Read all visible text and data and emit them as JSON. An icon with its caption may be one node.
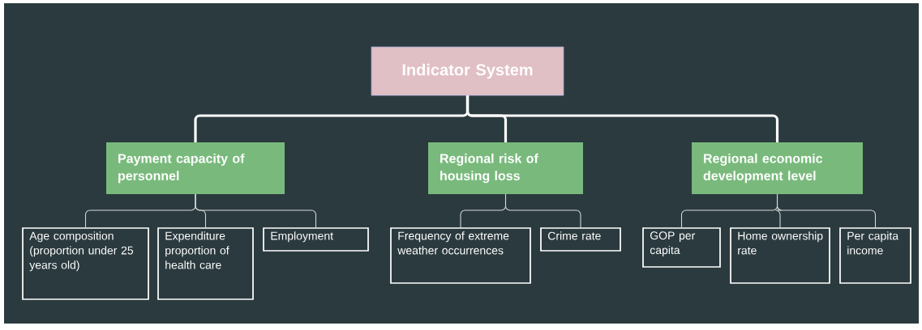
{
  "diagram": {
    "nodes": [
      {
        "text": [
          "Indicator System"
        ]
      },
      {
        "text": [
          "Payment capacity of personnel"
        ]
      },
      {
        "text": [
          "Regional risk of housing loss"
        ]
      },
      {
        "text": [
          "Regional economic development level"
        ]
      },
      {
        "text": [
          "Age composition (proportion under 25 years old)"
        ]
      },
      {
        "text": [
          "Expenditure proportion of health care"
        ]
      },
      {
        "text": [
          "Employment"
        ]
      },
      {
        "text": [
          "Frequency of extreme weather occurrences"
        ]
      },
      {
        "text": [
          "Crime rate"
        ]
      },
      {
        "text": [
          "GOP per capita"
        ]
      },
      {
        "text": [
          "Home ownership rate"
        ]
      },
      {
        "text": [
          "Per capita income"
        ]
      }
    ],
    "edges": [
      {
        "from": 0,
        "to": 1,
        "arrow": "none",
        "style": "thick"
      },
      {
        "from": 0,
        "to": 2,
        "arrow": "none",
        "style": "thick"
      },
      {
        "from": 0,
        "to": 3,
        "arrow": "none",
        "style": "thick"
      },
      {
        "from": 1,
        "to": 4,
        "arrow": "none"
      },
      {
        "from": 1,
        "to": 5,
        "arrow": "none"
      },
      {
        "from": 1,
        "to": 6,
        "arrow": "none"
      },
      {
        "from": 2,
        "to": 7,
        "arrow": "none"
      },
      {
        "from": 2,
        "to": 8,
        "arrow": "none"
      },
      {
        "from": 3,
        "to": 9,
        "arrow": "none"
      },
      {
        "from": 3,
        "to": 10,
        "arrow": "none"
      },
      {
        "from": 3,
        "to": 11,
        "arrow": "none"
      }
    ]
  }
}
